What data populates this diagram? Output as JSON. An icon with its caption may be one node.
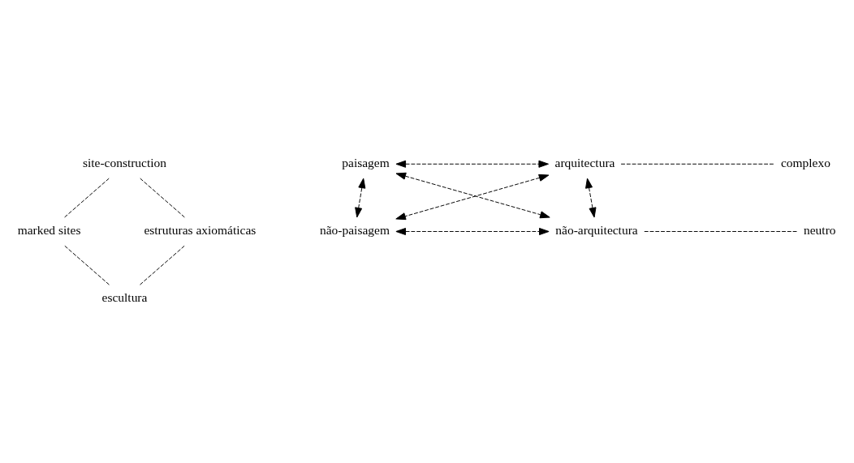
{
  "diagram": {
    "nodes": [
      {
        "text": [
          "site-construction"
        ]
      },
      {
        "text": [
          "paisagem"
        ]
      },
      {
        "text": [
          "arquitectura"
        ]
      },
      {
        "text": [
          "complexo"
        ]
      },
      {
        "text": [
          "marked sites"
        ]
      },
      {
        "text": [
          "estruturas axiomáticas"
        ]
      },
      {
        "text": [
          "não-paisagem"
        ]
      },
      {
        "text": [
          "não-arquitectura"
        ]
      },
      {
        "text": [
          "neutro"
        ]
      },
      {
        "text": [
          "escultura"
        ]
      }
    ],
    "edges": [
      {
        "from": 0,
        "to": 4,
        "arrow": "none",
        "style": "dashed"
      },
      {
        "from": 0,
        "to": 5,
        "arrow": "none",
        "style": "dashed"
      },
      {
        "from": 4,
        "to": 9,
        "arrow": "none",
        "style": "dashed"
      },
      {
        "from": 5,
        "to": 9,
        "arrow": "none",
        "style": "dashed"
      },
      {
        "from": 1,
        "to": 2,
        "arrow": "both",
        "style": "dashed"
      },
      {
        "from": 1,
        "to": 6,
        "arrow": "both",
        "style": "dashed"
      },
      {
        "from": 2,
        "to": 7,
        "arrow": "both",
        "style": "dashed"
      },
      {
        "from": 6,
        "to": 7,
        "arrow": "both",
        "style": "dashed"
      },
      {
        "from": 1,
        "to": 7,
        "arrow": "both",
        "style": "dashed"
      },
      {
        "from": 2,
        "to": 6,
        "arrow": "both",
        "style": "dashed"
      },
      {
        "from": 2,
        "to": 3,
        "arrow": "none",
        "style": "dashed"
      },
      {
        "from": 7,
        "to": 8,
        "arrow": "none",
        "style": "dashed"
      }
    ]
  }
}
